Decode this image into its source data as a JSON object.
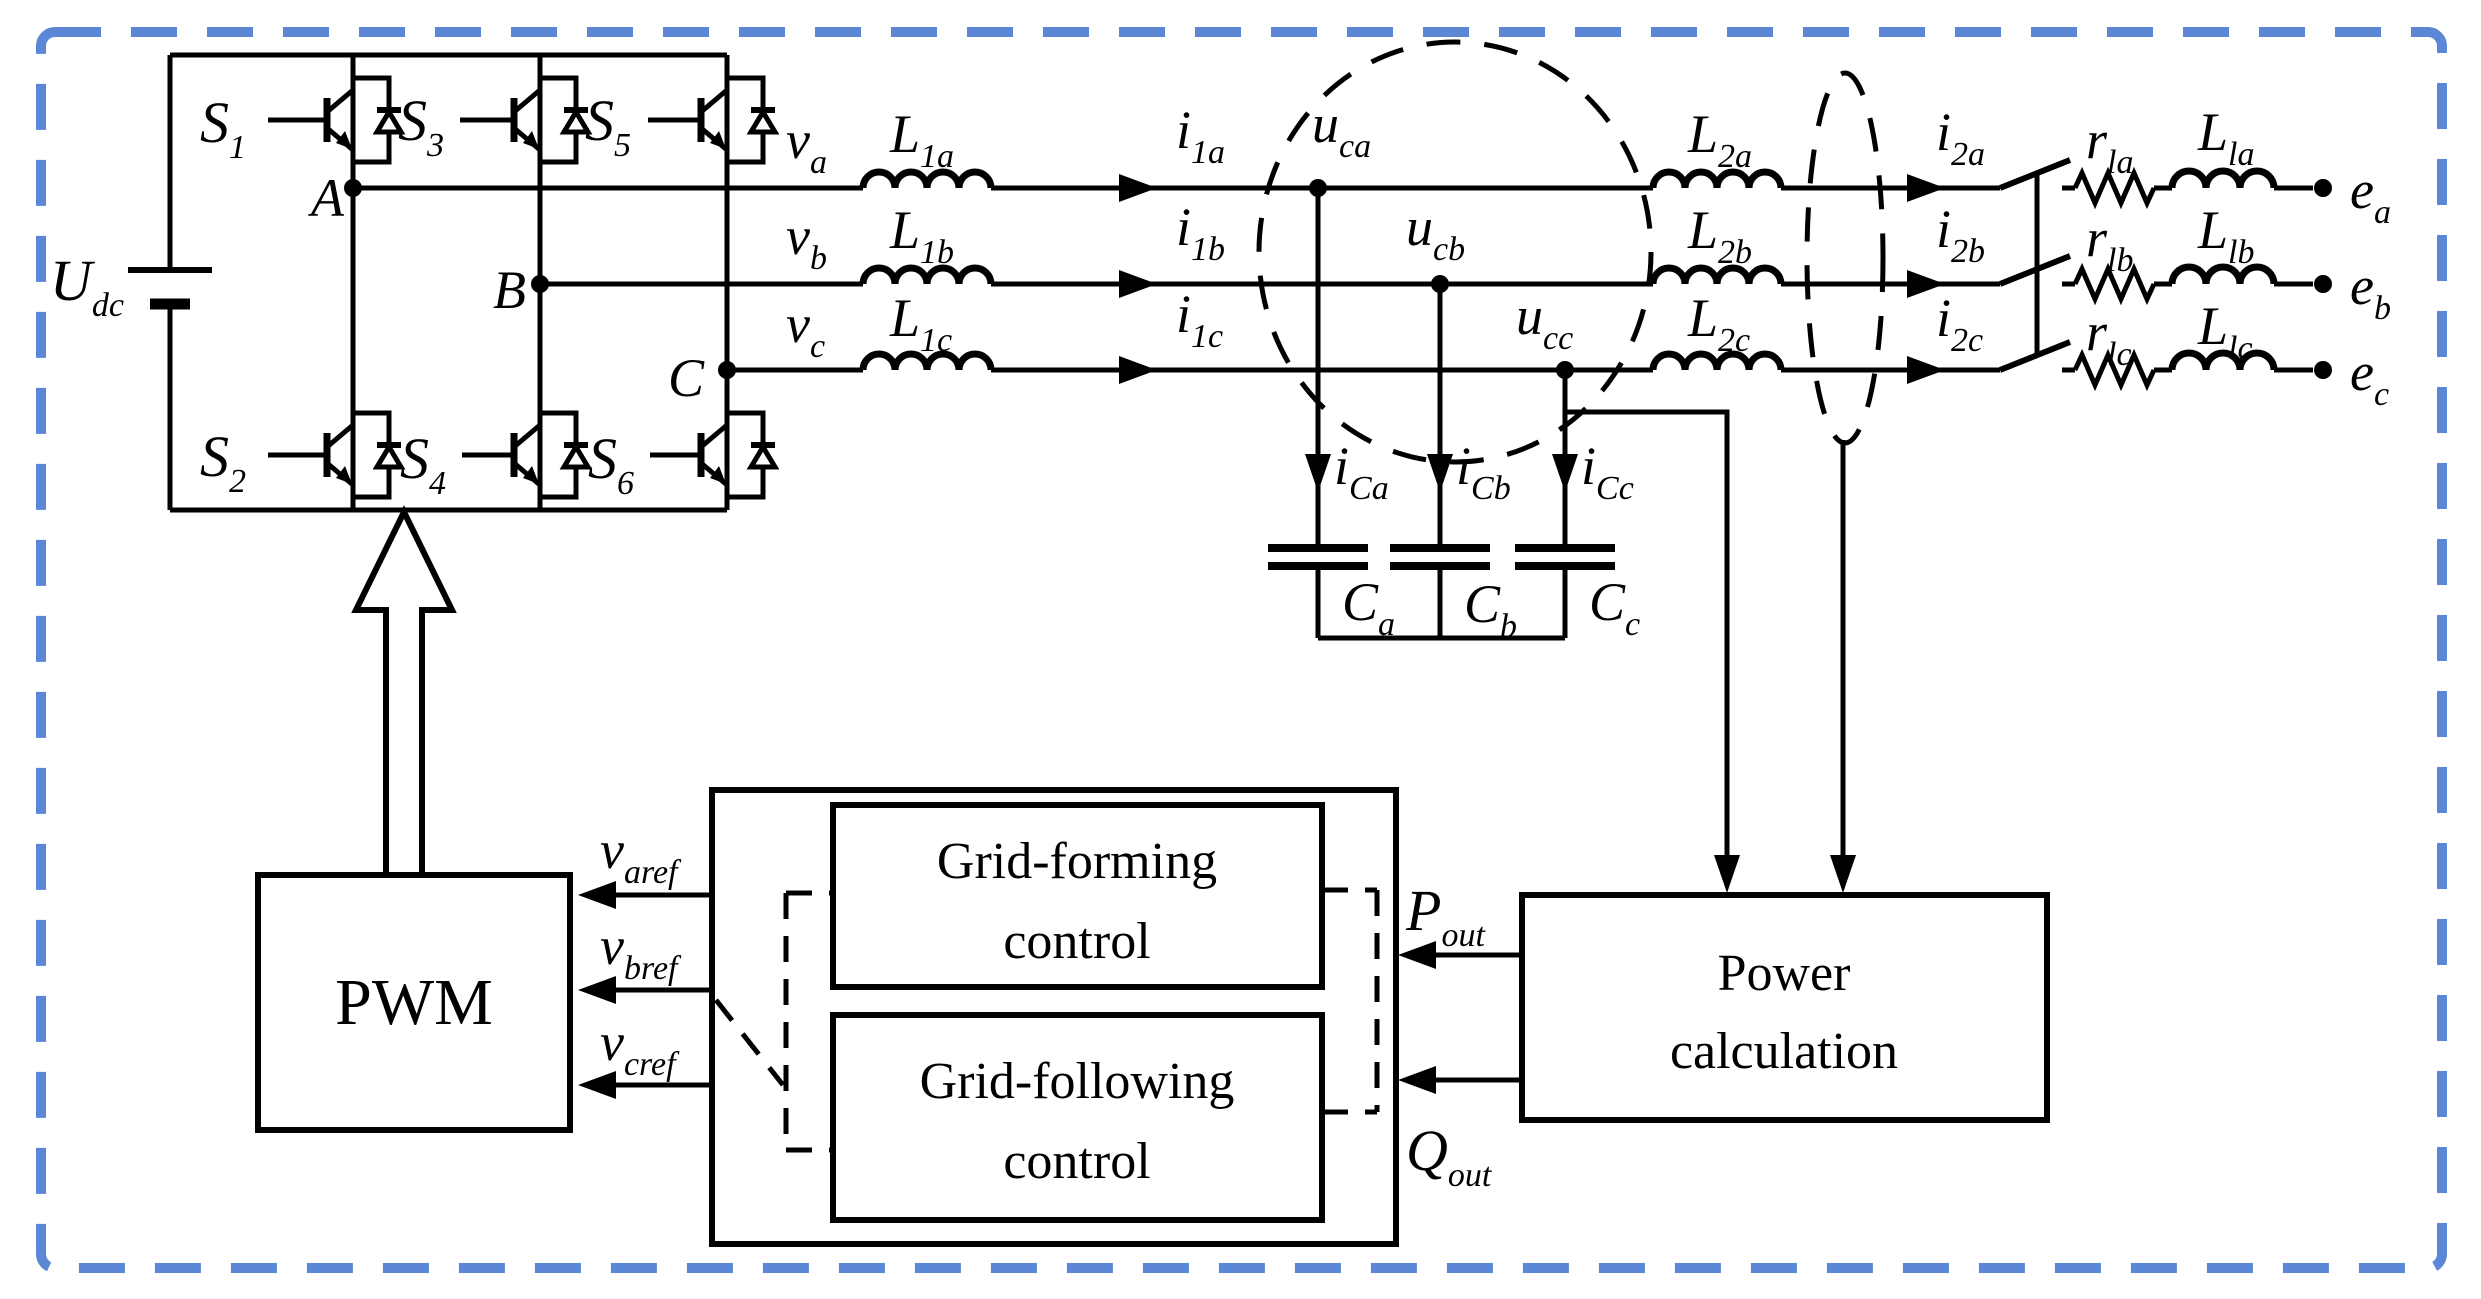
{
  "figure": {
    "type": "three-phase-inverter-control-schematic",
    "colors": {
      "wire": "#000000",
      "frame_dash": "#5b87d6",
      "background": "#ffffff"
    }
  },
  "labels": {
    "udc": {
      "main": "U",
      "sub": "dc"
    },
    "s1": {
      "main": "S",
      "sub": "1"
    },
    "s2": {
      "main": "S",
      "sub": "2"
    },
    "s3": {
      "main": "S",
      "sub": "3"
    },
    "s4": {
      "main": "S",
      "sub": "4"
    },
    "s5": {
      "main": "S",
      "sub": "5"
    },
    "s6": {
      "main": "S",
      "sub": "6"
    },
    "nodeA": "A",
    "nodeB": "B",
    "nodeC": "C",
    "va": {
      "main": "v",
      "sub": "a"
    },
    "vb": {
      "main": "v",
      "sub": "b"
    },
    "vc": {
      "main": "v",
      "sub": "c"
    },
    "l1a": {
      "main": "L",
      "sub": "1a"
    },
    "l1b": {
      "main": "L",
      "sub": "1b"
    },
    "l1c": {
      "main": "L",
      "sub": "1c"
    },
    "i1a": {
      "main": "i",
      "sub": "1a"
    },
    "i1b": {
      "main": "i",
      "sub": "1b"
    },
    "i1c": {
      "main": "i",
      "sub": "1c"
    },
    "uca": {
      "main": "u",
      "sub": "ca"
    },
    "ucb": {
      "main": "u",
      "sub": "cb"
    },
    "ucc": {
      "main": "u",
      "sub": "cc"
    },
    "l2a": {
      "main": "L",
      "sub": "2a"
    },
    "l2b": {
      "main": "L",
      "sub": "2b"
    },
    "l2c": {
      "main": "L",
      "sub": "2c"
    },
    "i2a": {
      "main": "i",
      "sub": "2a"
    },
    "i2b": {
      "main": "i",
      "sub": "2b"
    },
    "i2c": {
      "main": "i",
      "sub": "2c"
    },
    "ica": {
      "main": "i",
      "sub": "Ca"
    },
    "icb": {
      "main": "i",
      "sub": "Cb"
    },
    "icc": {
      "main": "i",
      "sub": "Cc"
    },
    "ca": {
      "main": "C",
      "sub": "a"
    },
    "cb": {
      "main": "C",
      "sub": "b"
    },
    "cc": {
      "main": "C",
      "sub": "c"
    },
    "rla": {
      "main": "r",
      "sub": "la"
    },
    "rlb": {
      "main": "r",
      "sub": "lb"
    },
    "rlc": {
      "main": "r",
      "sub": "lc"
    },
    "lla": {
      "main": "L",
      "sub": "la"
    },
    "llb": {
      "main": "L",
      "sub": "lb"
    },
    "llc": {
      "main": "L",
      "sub": "lc"
    },
    "ea": {
      "main": "e",
      "sub": "a"
    },
    "eb": {
      "main": "e",
      "sub": "b"
    },
    "ec": {
      "main": "e",
      "sub": "c"
    },
    "varef": {
      "main": "v",
      "sub": "aref"
    },
    "vbref": {
      "main": "v",
      "sub": "bref"
    },
    "vcref": {
      "main": "v",
      "sub": "cref"
    },
    "pout": {
      "main": "P",
      "sub": "out"
    },
    "qout": {
      "main": "Q",
      "sub": "out"
    }
  },
  "blocks": {
    "pwm": {
      "label": "PWM"
    },
    "grid_forming": {
      "line1": "Grid-forming",
      "line2": "control"
    },
    "grid_following": {
      "line1": "Grid-following",
      "line2": "control"
    },
    "power_calculation": {
      "line1": "Power",
      "line2": "calculation"
    }
  }
}
